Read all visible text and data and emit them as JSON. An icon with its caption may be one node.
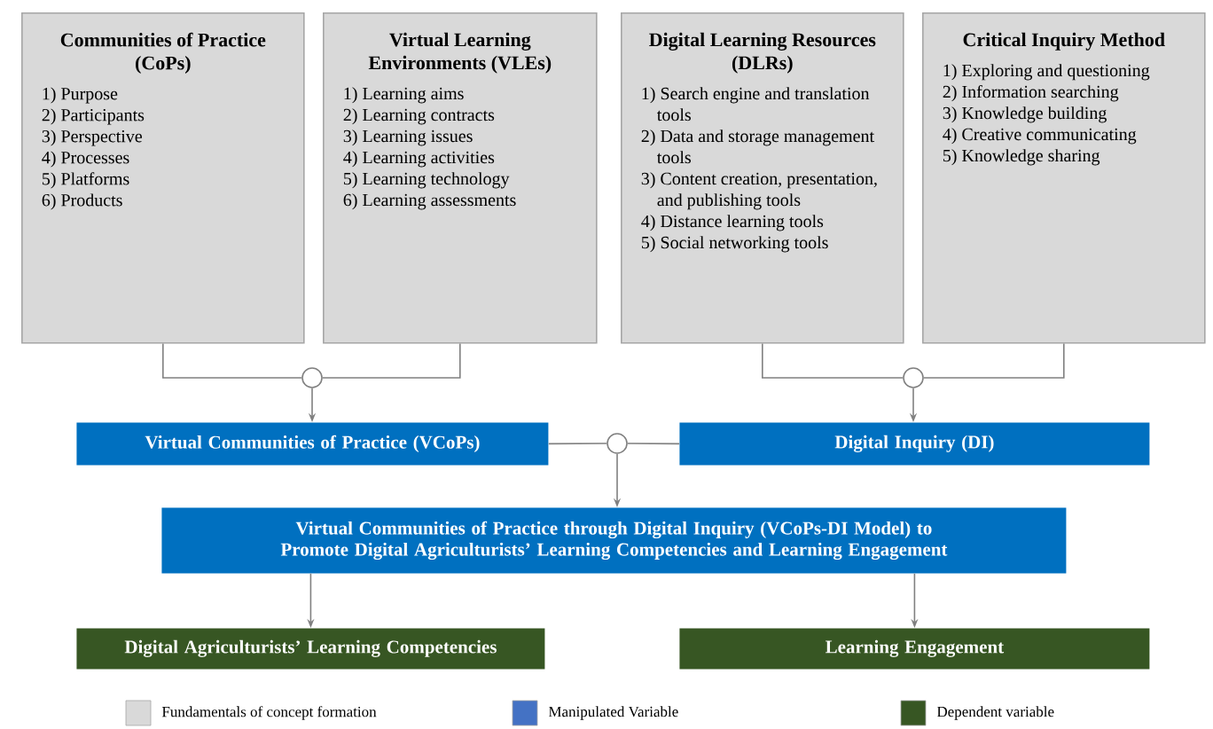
{
  "diagram": {
    "nodes": [
      {
        "text": [
          "Communities of Practice (CoPs)",
          "1) Purpose",
          "2) Participants",
          "3) Perspective",
          "4) Processes",
          "5) Platforms",
          "6) Products"
        ]
      },
      {
        "text": [
          "Virtual Learning Environments (VLEs)",
          "1) Learning aims",
          "2) Learning contracts",
          "3) Learning issues",
          "4) Learning activities",
          "5) Learning technology",
          "6) Learning assessments"
        ]
      },
      {
        "text": [
          "Digital Learning Resources (DLRs)",
          "1) Search engine and translation tools",
          "2) Data and storage management tools",
          "3) Content creation, presentation, and publishing tools",
          "4) Distance learning tools",
          "5) Social networking tools"
        ]
      },
      {
        "text": [
          "Critical Inquiry Method",
          "1) Exploring and questioning",
          "2) Information searching",
          "3) Knowledge building",
          "4) Creative communicating",
          "5) Knowledge sharing"
        ]
      },
      {
        "text": [],
        "shape": "circle"
      },
      {
        "text": [],
        "shape": "circle"
      },
      {
        "text": [
          "Virtual Communities of Practice (VCoPs)"
        ]
      },
      {
        "text": [
          "Digital Inquiry (DI)"
        ]
      },
      {
        "text": [],
        "shape": "circle"
      },
      {
        "text": [
          "Virtual Communities of Practice through Digital Inquiry (VCoPs-DI Model) to Promote Digital Agriculturists’ Learning Competencies and Learning Engagement"
        ]
      },
      {
        "text": [
          "Digital Agriculturists’ Learning Competencies"
        ]
      },
      {
        "text": [
          "Learning Engagement"
        ]
      }
    ],
    "edges": [
      {
        "from": 0,
        "to": 4,
        "arrow": "none"
      },
      {
        "from": 1,
        "to": 4,
        "arrow": "none"
      },
      {
        "from": 4,
        "to": 6,
        "arrow": "to"
      },
      {
        "from": 2,
        "to": 5,
        "arrow": "none"
      },
      {
        "from": 3,
        "to": 5,
        "arrow": "none"
      },
      {
        "from": 5,
        "to": 7,
        "arrow": "to"
      },
      {
        "from": 6,
        "to": 8,
        "arrow": "none"
      },
      {
        "from": 7,
        "to": 8,
        "arrow": "none"
      },
      {
        "from": 8,
        "to": 9,
        "arrow": "to"
      },
      {
        "from": 9,
        "to": 10,
        "arrow": "to"
      },
      {
        "from": 9,
        "to": 11,
        "arrow": "to"
      }
    ],
    "legend": [
      {
        "text": "Fundamentals of concept formation",
        "color": "#d9d9d9"
      },
      {
        "text": "Manipulated Variable",
        "color": "#4472c4"
      },
      {
        "text": "Dependent variable",
        "color": "#375623"
      }
    ]
  }
}
